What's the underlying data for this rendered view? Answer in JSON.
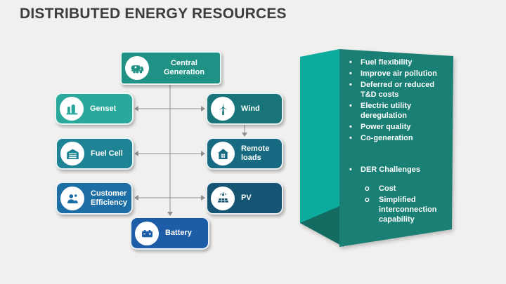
{
  "title": "DISTRIBUTED ENERGY RESOURCES",
  "colors": {
    "background": "#F1F0EE",
    "title_text": "#3E3D3D",
    "connector": "#8F8F8F",
    "node_text": "#FFFFFF"
  },
  "diagram": {
    "nodes": [
      {
        "id": "central-generation",
        "label": "Central Generation",
        "color": "#1F9285",
        "icon": "tanker-truck-icon"
      },
      {
        "id": "genset",
        "label": "Genset",
        "color": "#2BA89C",
        "icon": "power-plant-icon"
      },
      {
        "id": "wind",
        "label": "Wind",
        "color": "#1A757B",
        "icon": "wind-turbine-icon"
      },
      {
        "id": "fuel-cell",
        "label": "Fuel Cell",
        "color": "#1E8395",
        "icon": "warehouse-icon"
      },
      {
        "id": "remote-loads",
        "label": "Remote loads",
        "color": "#176A81",
        "icon": "house-icon"
      },
      {
        "id": "customer-efficiency",
        "label": "Customer Efficiency",
        "color": "#1D6EA5",
        "icon": "people-icon"
      },
      {
        "id": "pv",
        "label": "PV",
        "color": "#155473",
        "icon": "solar-panel-icon"
      },
      {
        "id": "battery",
        "label": "Battery",
        "color": "#1D5CA6",
        "icon": "battery-icon"
      }
    ],
    "connections": [
      {
        "from": "central-generation",
        "to": "battery",
        "style": "arrow-to"
      },
      {
        "from": "genset",
        "to": "wind",
        "style": "double-arrow"
      },
      {
        "from": "fuel-cell",
        "to": "remote-loads",
        "style": "double-arrow"
      },
      {
        "from": "customer-efficiency",
        "to": "pv",
        "style": "double-arrow"
      },
      {
        "from": "wind",
        "to": "remote-loads",
        "style": "arrow-to"
      }
    ]
  },
  "panel": {
    "bullet_glyph": "•",
    "sub_bullet_glyph": "o",
    "benefits": [
      "Fuel flexibility",
      "Improve air pollution",
      "Deferred or reduced T&D costs",
      "Electric utility deregulation",
      "Power quality",
      "Co-generation"
    ],
    "challenges_heading": "DER Challenges",
    "challenges": [
      "Cost",
      "Simplified interconnection capability"
    ],
    "colors": {
      "face": "#1A8076",
      "flap": "#0CAB9E",
      "fold": "#146B62"
    }
  }
}
